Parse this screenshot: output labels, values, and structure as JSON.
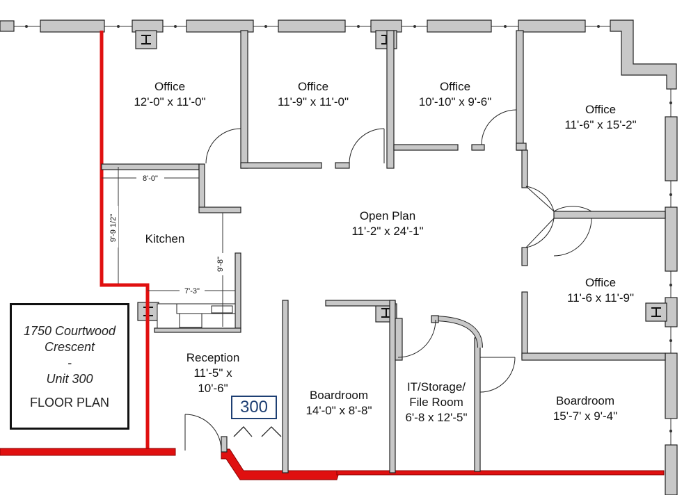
{
  "rooms": [
    {
      "name": "Office",
      "size": "12'-0\" x 11'-0\""
    },
    {
      "name": "Office",
      "size": "11'-9\" x 11'-0\""
    },
    {
      "name": "Office",
      "size": "10'-10\" x 9'-6\""
    },
    {
      "name": "Office",
      "size": "11'-6\" x 15'-2\""
    },
    {
      "name": "Open Plan",
      "size": "11'-2\" x 24'-1\""
    },
    {
      "name": "Kitchen",
      "size": ""
    },
    {
      "name": "Office",
      "size": "11'-6 x 11'-9\""
    },
    {
      "name": "Reception",
      "size": "11'-5\" x",
      "size2": "10'-6\""
    },
    {
      "name": "Boardroom",
      "size": "14'-0\" x 8'-8\""
    },
    {
      "name": "IT/Storage/",
      "name2": "File Room",
      "size": "6'-8 x 12'-5\""
    },
    {
      "name": "Boardroom",
      "size": "15'-7' x 9'-4\""
    }
  ],
  "dimensions": {
    "kitchen_width_top": "8'-0\"",
    "kitchen_height_left": "9'-9 1/2\"",
    "kitchen_height_right": "9'-8\"",
    "kitchen_width_bottom": "7'-3\""
  },
  "title_block": {
    "line1": "1750 Courtwood",
    "line2": "Crescent",
    "line3": "-",
    "line4": "Unit 300",
    "label": "FLOOR PLAN"
  },
  "unit_badge": "300",
  "colors": {
    "exterior_wall": "#e01010",
    "interior_wall": "#c8c8c8",
    "badge": "#1e3f73"
  }
}
